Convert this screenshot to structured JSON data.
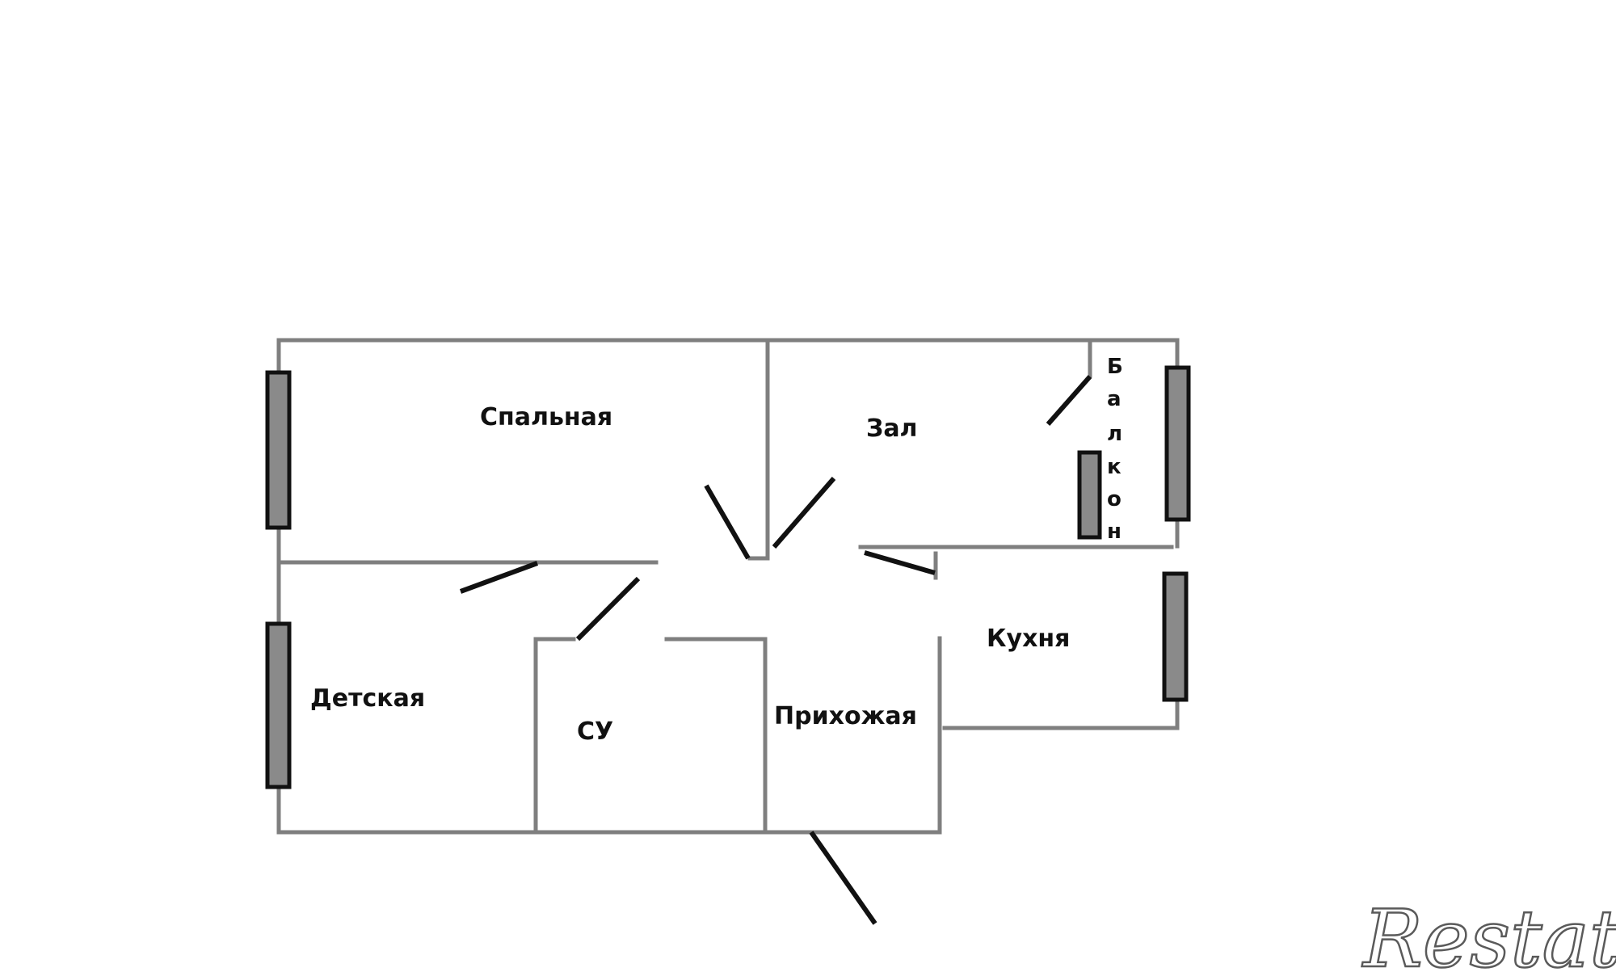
{
  "colors": {
    "background": "#ffffff",
    "wall": "#7f7f7f",
    "door": "#111111",
    "window_fill": "#8a8a8a",
    "label": "#111111"
  },
  "rooms": {
    "bedroom": "Спальная",
    "living": "Зал",
    "balcony": [
      "Б",
      "а",
      "л",
      "к",
      "о",
      "н"
    ],
    "kids": "Детская",
    "bathroom": "СУ",
    "hallway": "Прихожая",
    "kitchen": "Кухня"
  },
  "watermark": {
    "brand": "Restate"
  }
}
